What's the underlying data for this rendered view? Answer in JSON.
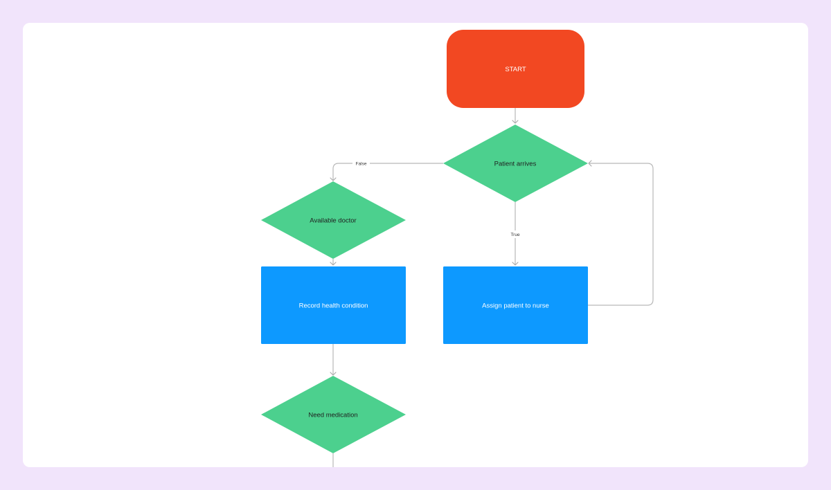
{
  "colors": {
    "background": "#F1E4FB",
    "canvas": "#FFFFFF",
    "start": "#F24822",
    "decision": "#4CD08E",
    "process": "#0D99FF",
    "edge": "#B8B8B8"
  },
  "nodes": {
    "start": {
      "label": "START"
    },
    "patient_arrives": {
      "label": "Patient arrives"
    },
    "available_doctor": {
      "label": "Available doctor"
    },
    "assign_nurse": {
      "label": "Assign patient to nurse"
    },
    "record_health": {
      "label": "Record health condition"
    },
    "need_medication": {
      "label": "Need medication"
    }
  },
  "edges": {
    "false_label": "False",
    "true_label": "True"
  }
}
